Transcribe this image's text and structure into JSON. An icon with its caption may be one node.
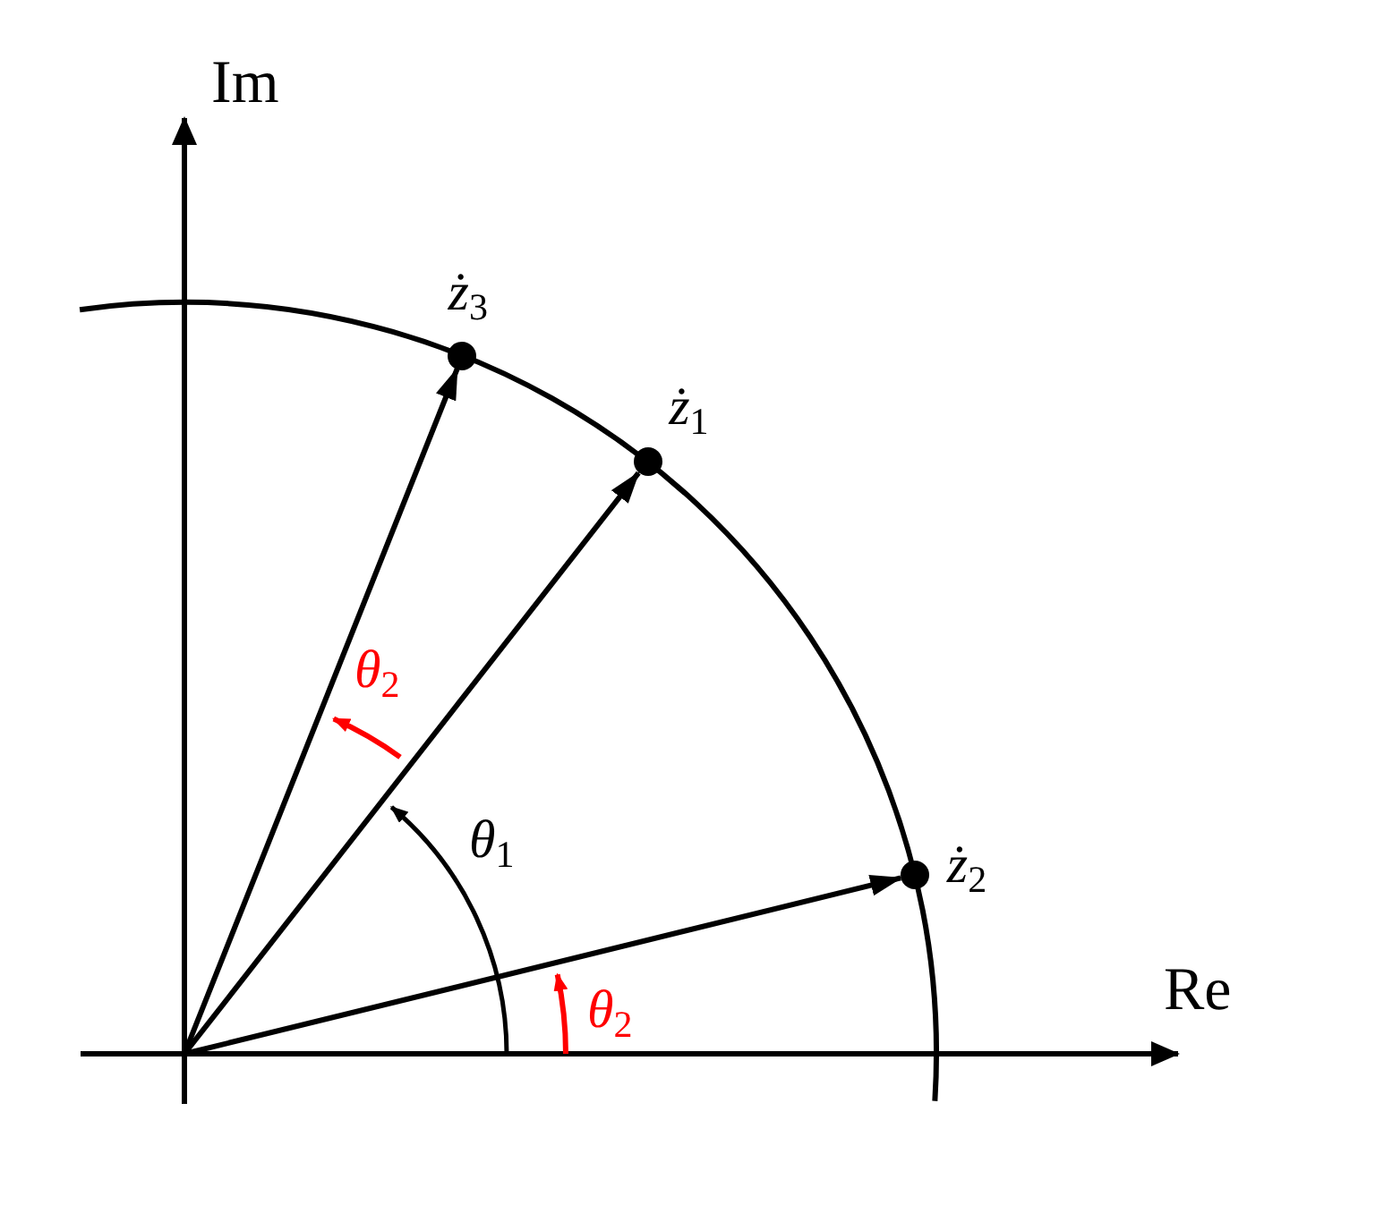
{
  "diagram": {
    "nodes": [
      {
        "text": [],
        "shape": "circle",
        "beside": [
          "ż$_{3}$"
        ]
      },
      {
        "text": [],
        "shape": "circle",
        "beside": [
          "ż$_{1}$"
        ]
      },
      {
        "text": [],
        "shape": "circle",
        "beside": [
          "ż$_{2}$"
        ]
      }
    ],
    "edges": [
      {
        "from": null,
        "to": 0,
        "arrow": "to"
      },
      {
        "from": null,
        "to": 1,
        "arrow": "to"
      },
      {
        "from": null,
        "to": 2,
        "arrow": "to"
      }
    ],
    "labels": [
      "Im",
      "Re",
      "θ$_{2}$",
      "θ$_{1}$",
      "θ$_{2}$"
    ]
  }
}
